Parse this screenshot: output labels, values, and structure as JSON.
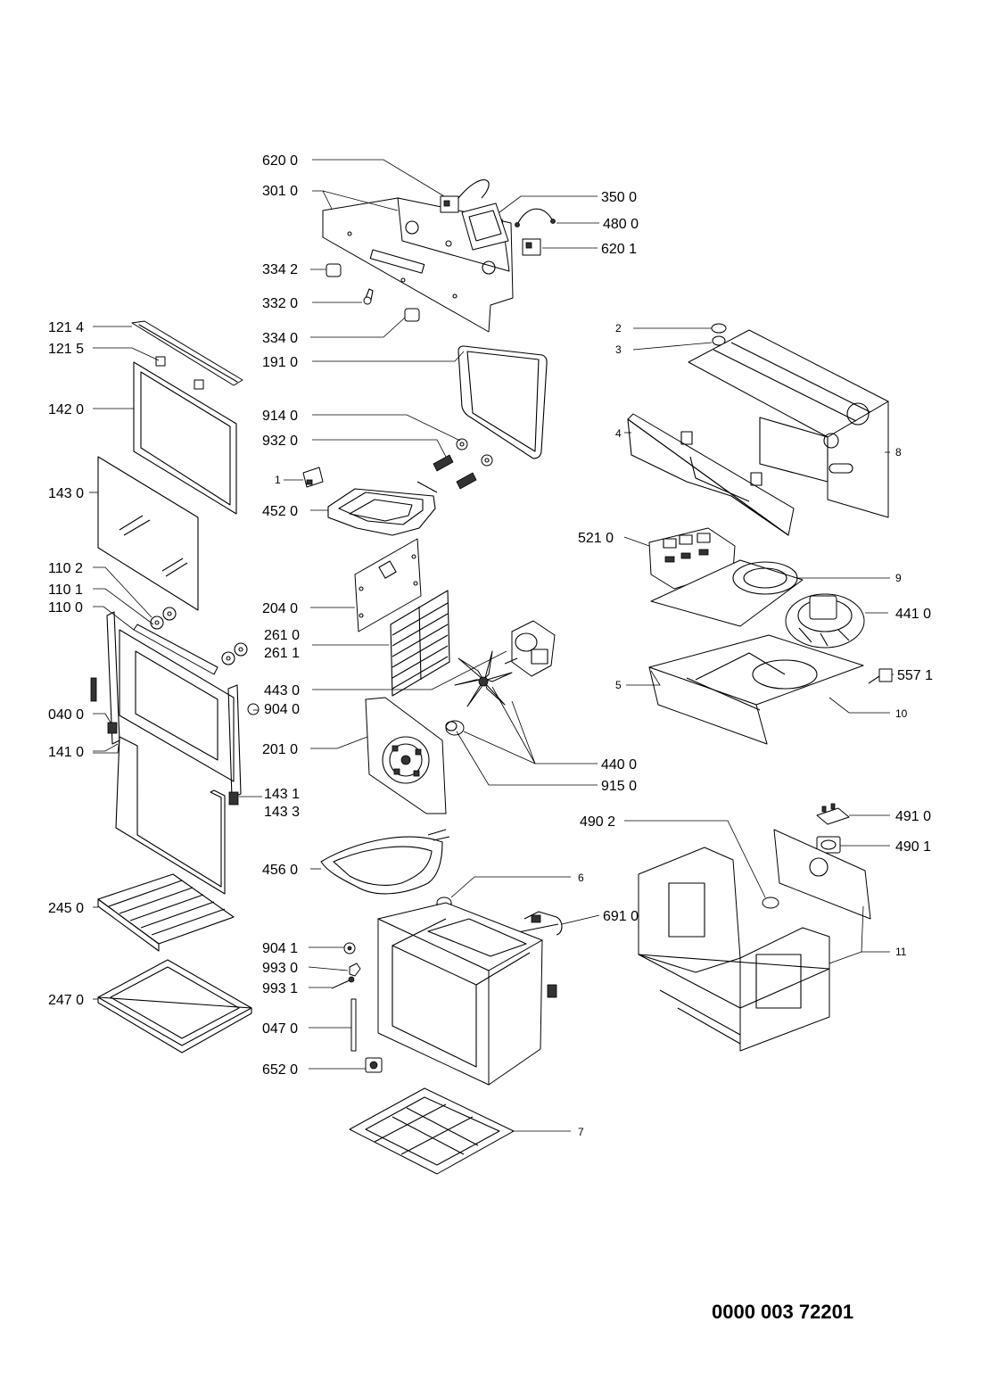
{
  "labels": {
    "l6200": "620 0",
    "l3010": "301 0",
    "l3500": "350 0",
    "l4800": "480 0",
    "l6201": "620 1",
    "l3342": "334 2",
    "l3320": "332 0",
    "l3340": "334 0",
    "l1910": "191 0",
    "l1214": "121 4",
    "l1215": "121 5",
    "l1420": "142 0",
    "l1430": "143 0",
    "l1102": "110 2",
    "l1101": "110 1",
    "l1100": "110 0",
    "l0400": "040 0",
    "l1410": "141 0",
    "l9140": "914 0",
    "l9320": "932 0",
    "l1": "1",
    "l4520": "452 0",
    "l2040": "204 0",
    "l2610": "261 0",
    "l2611": "261 1",
    "l4430": "443 0",
    "l9040": "904 0",
    "l2010": "201 0",
    "l4400": "440 0",
    "l9150": "915 0",
    "l1431": "143 1",
    "l1433": "143 3",
    "l4560": "456 0",
    "l2450": "245 0",
    "l2470": "247 0",
    "l9041": "904 1",
    "l9930": "993 0",
    "l9931": "993 1",
    "l0470": "047 0",
    "l6520": "652 0",
    "l7": "7",
    "l6": "6",
    "l6910": "691 0",
    "l2": "2",
    "l3": "3",
    "l4": "4",
    "l8": "8",
    "l5210": "521 0",
    "l9": "9",
    "l4410": "441 0",
    "l5": "5",
    "l5571": "557 1",
    "l10": "10",
    "l4902": "490 2",
    "l4910": "491 0",
    "l4901": "490 1",
    "l11": "11"
  },
  "document_number": "0000 003 72201"
}
